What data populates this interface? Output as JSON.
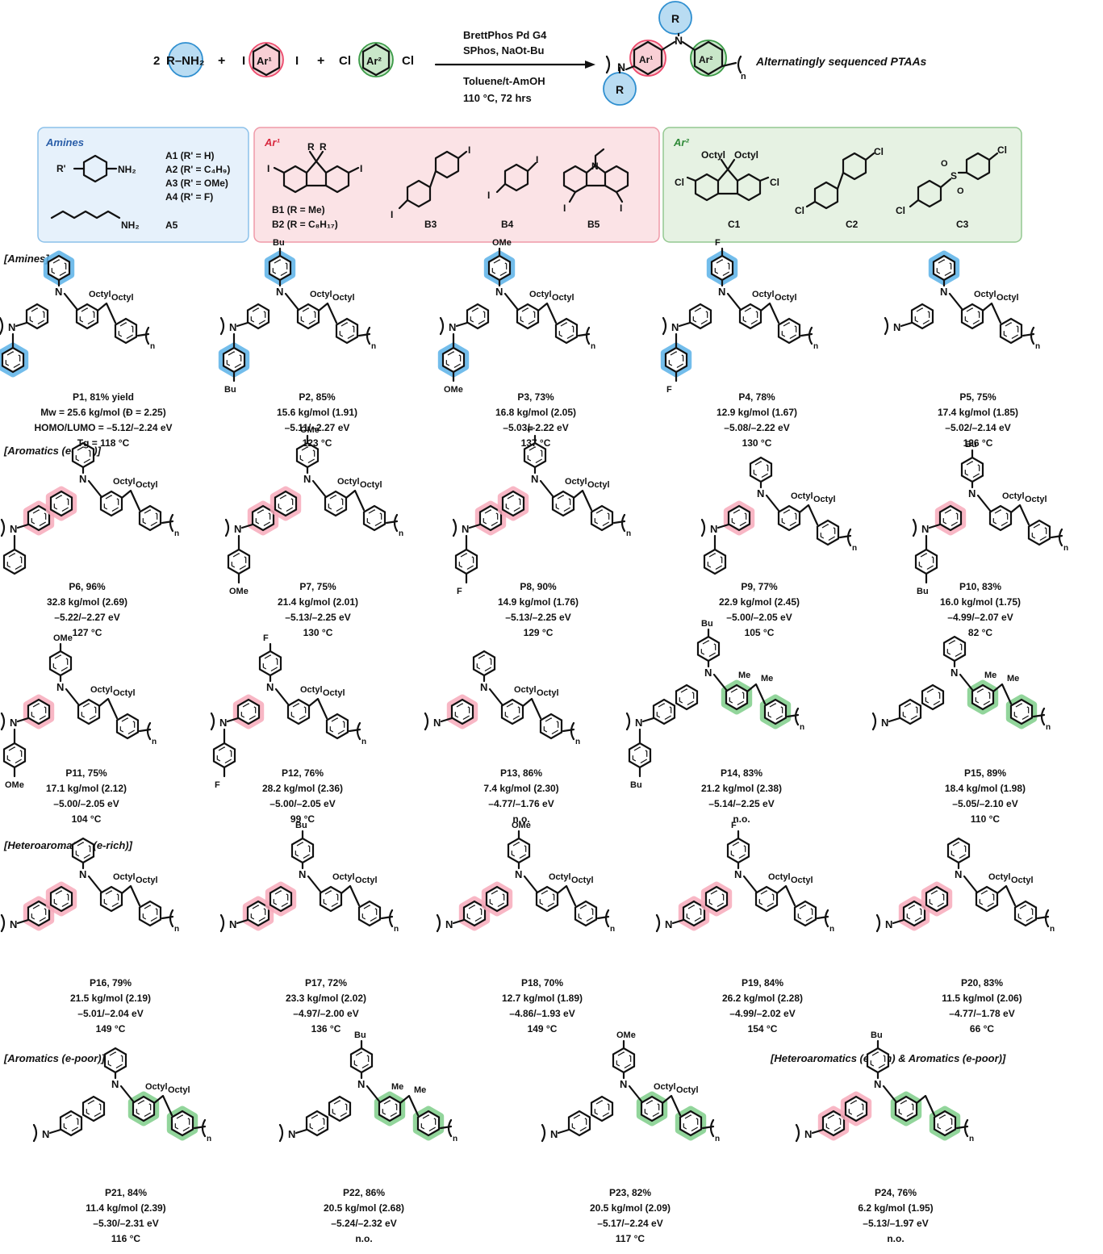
{
  "scheme": {
    "coeff": "2",
    "amine_reagent": "R–NH₂",
    "plus": "+",
    "ar1_reagent_l": "I",
    "ar1_label": "Ar¹",
    "ar1_reagent_r": "I",
    "ar2_reagent_l": "Cl",
    "ar2_label": "Ar²",
    "ar2_reagent_r": "Cl",
    "conditions_top_1": "BrettPhos Pd G4",
    "conditions_top_2": "SPhos, NaOt-Bu",
    "conditions_bot_1": "Toluene/t-AmOH",
    "conditions_bot_2": "110 °C, 72 hrs",
    "product_label": "Alternatingly sequenced PTAAs",
    "product_r_top": "R",
    "product_r_bot": "R",
    "product_n": "n",
    "product_N": "N",
    "colors": {
      "pink": "#f8cfd5",
      "green": "#c9e7c9",
      "blue": "#b9dcf2"
    }
  },
  "boxes": {
    "amines": {
      "title": "Amines",
      "items": [
        "A1 (R' = H)",
        "A2 (R' = C₄H₉)",
        "A3 (R' = OMe)",
        "A4 (R' = F)"
      ],
      "a5": "A5",
      "rprime": "R'",
      "nh2": "NH₂"
    },
    "ar1": {
      "title": "Ar¹",
      "b1": "B1 (R = Me)",
      "b2": "B2 (R = C₈H₁₇)",
      "b3": "B3",
      "b4": "B4",
      "b5": "B5"
    },
    "ar2": {
      "title": "Ar²",
      "octyl_l": "Octyl",
      "octyl_r": "Octyl",
      "c1": "C1",
      "c2": "C2",
      "c3": "C3"
    }
  },
  "sections": {
    "amines": "[Amines]",
    "arom_rich": "[Aromatics (e-rich)]",
    "hetero_rich": "[Heteroaromatics (e-rich)]",
    "arom_poor": "[Aromatics (e-poor)]",
    "hetero_poor": "[Heteroaromatics (e-rich) & Aromatics (e-poor)]"
  },
  "polymers": [
    {
      "id": "P1",
      "l1": "P1, 81% yield",
      "l2": "Mw = 25.6 kg/mol (Đ = 2.25)",
      "l3": "HOMO/LUMO = –5.12/–2.24 eV",
      "l4": "Tg = 118 °C"
    },
    {
      "id": "P2",
      "l1": "P2, 85%",
      "l2": "15.6 kg/mol (1.91)",
      "l3": "–5.11/–2.27 eV",
      "l4": "123 °C"
    },
    {
      "id": "P3",
      "l1": "P3, 73%",
      "l2": "16.8 kg/mol (2.05)",
      "l3": "–5.03/–2.22 eV",
      "l4": "137 °C"
    },
    {
      "id": "P4",
      "l1": "P4, 78%",
      "l2": "12.9 kg/mol (1.67)",
      "l3": "–5.08/–2.22 eV",
      "l4": "130 °C"
    },
    {
      "id": "P5",
      "l1": "P5, 75%",
      "l2": "17.4 kg/mol (1.85)",
      "l3": "–5.02/–2.14 eV",
      "l4": "126 °C"
    },
    {
      "id": "P6",
      "l1": "P6, 96%",
      "l2": "32.8 kg/mol (2.69)",
      "l3": "–5.22/–2.27 eV",
      "l4": "127 °C"
    },
    {
      "id": "P7",
      "l1": "P7, 75%",
      "l2": "21.4 kg/mol (2.01)",
      "l3": "–5.13/–2.25 eV",
      "l4": "130 °C"
    },
    {
      "id": "P8",
      "l1": "P8, 90%",
      "l2": "14.9 kg/mol (1.76)",
      "l3": "–5.13/–2.25 eV",
      "l4": "129 °C"
    },
    {
      "id": "P9",
      "l1": "P9, 77%",
      "l2": "22.9 kg/mol (2.45)",
      "l3": "–5.00/–2.05 eV",
      "l4": "105 °C"
    },
    {
      "id": "P10",
      "l1": "P10, 83%",
      "l2": "16.0 kg/mol (1.75)",
      "l3": "–4.99/–2.07 eV",
      "l4": "82 °C"
    },
    {
      "id": "P11",
      "l1": "P11, 75%",
      "l2": "17.1 kg/mol (2.12)",
      "l3": "–5.00/–2.05 eV",
      "l4": "104 °C"
    },
    {
      "id": "P12",
      "l1": "P12, 76%",
      "l2": "28.2 kg/mol (2.36)",
      "l3": "–5.00/–2.05 eV",
      "l4": "99 °C"
    },
    {
      "id": "P13",
      "l1": "P13, 86%",
      "l2": "7.4 kg/mol (2.30)",
      "l3": "–4.77/–1.76 eV",
      "l4": "n.o."
    },
    {
      "id": "P14",
      "l1": "P14, 83%",
      "l2": "21.2 kg/mol (2.38)",
      "l3": "–5.14/–2.25 eV",
      "l4": "n.o."
    },
    {
      "id": "P15",
      "l1": "P15, 89%",
      "l2": "18.4 kg/mol (1.98)",
      "l3": "–5.05/–2.10 eV",
      "l4": "110 °C"
    },
    {
      "id": "P16",
      "l1": "P16, 79%",
      "l2": "21.5 kg/mol (2.19)",
      "l3": "–5.01/–2.04 eV",
      "l4": "149 °C"
    },
    {
      "id": "P17",
      "l1": "P17, 72%",
      "l2": "23.3 kg/mol (2.02)",
      "l3": "–4.97/–2.00 eV",
      "l4": "136 °C"
    },
    {
      "id": "P18",
      "l1": "P18, 70%",
      "l2": "12.7 kg/mol (1.89)",
      "l3": "–4.86/–1.93 eV",
      "l4": "149 °C"
    },
    {
      "id": "P19",
      "l1": "P19, 84%",
      "l2": "26.2 kg/mol (2.28)",
      "l3": "–4.99/–2.02 eV",
      "l4": "154 °C"
    },
    {
      "id": "P20",
      "l1": "P20, 83%",
      "l2": "11.5 kg/mol (2.06)",
      "l3": "–4.77/–1.78 eV",
      "l4": "66 °C"
    },
    {
      "id": "P21",
      "l1": "P21, 84%",
      "l2": "11.4 kg/mol (2.39)",
      "l3": "–5.30/–2.31 eV",
      "l4": "116 °C"
    },
    {
      "id": "P22",
      "l1": "P22, 86%",
      "l2": "20.5 kg/mol (2.68)",
      "l3": "–5.24/–2.32 eV",
      "l4": "n.o."
    },
    {
      "id": "P23",
      "l1": "P23, 82%",
      "l2": "20.5 kg/mol (2.09)",
      "l3": "–5.17/–2.24 eV",
      "l4": "117 °C"
    },
    {
      "id": "P24",
      "l1": "P24, 76%",
      "l2": "6.2 kg/mol (1.95)",
      "l3": "–5.13/–1.97 eV",
      "l4": "n.o."
    }
  ],
  "labels": {
    "me": "Me",
    "octyl": "Octyl",
    "bu": "Bu",
    "ome": "OMe",
    "f": "F",
    "n": "n",
    "N": "N",
    "s": "S",
    "o": "O"
  }
}
